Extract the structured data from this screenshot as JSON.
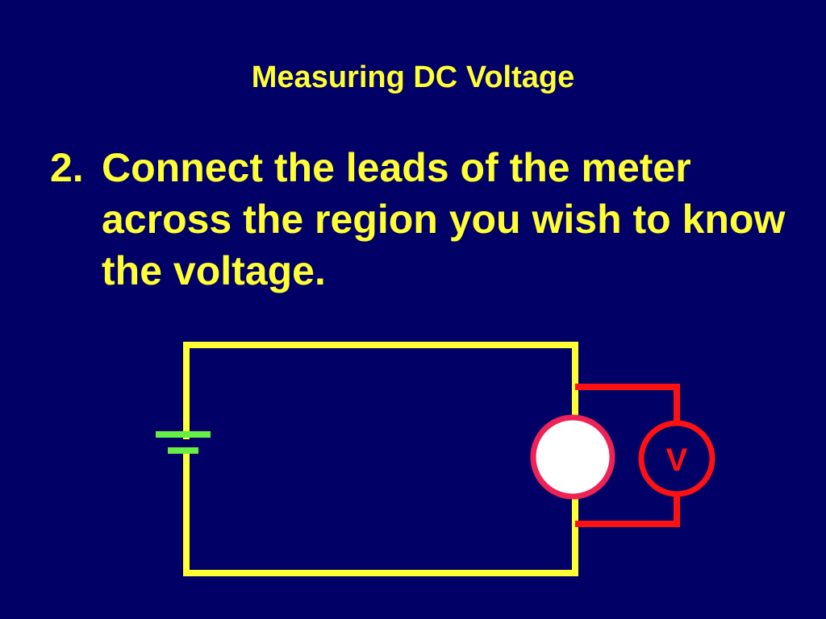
{
  "slide": {
    "title": "Measuring DC Voltage",
    "step_number": "2.",
    "step_text": "Connect the leads of the meter across the region you wish to know the voltage."
  },
  "diagram": {
    "voltmeter_label": "V",
    "colors": {
      "background": "#000066",
      "text": "#ffff33",
      "wire": "#ffff33",
      "battery": "#66ee44",
      "meter_leads": "#ff1111",
      "load": "#ffffff",
      "load_border": "#ee2255"
    }
  }
}
